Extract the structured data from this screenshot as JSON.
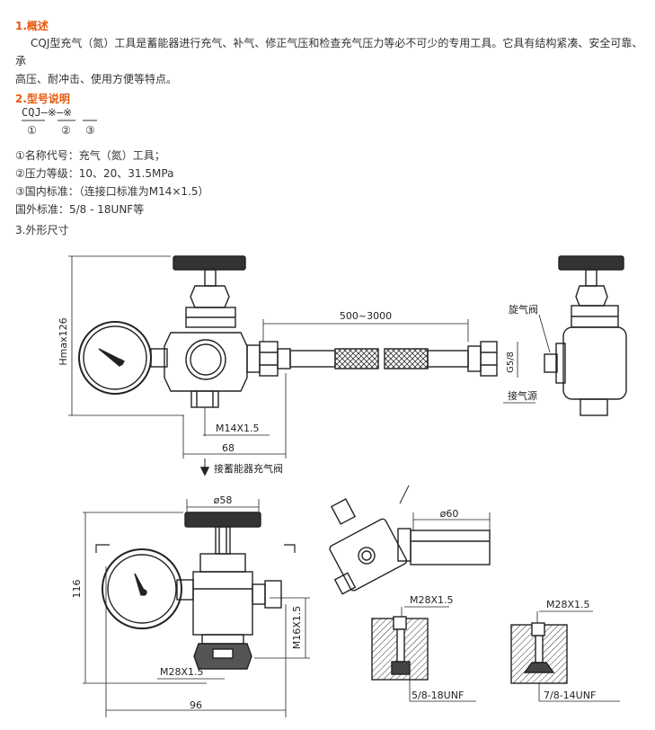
{
  "overview": {
    "title": "1.概述",
    "line1": "CQJ型充气（氮）工具是蓄能器进行充气、补气、修正气压和检查充气压力等必不可少的专用工具。它具有结构紧凑、安全可靠、承",
    "line2": "高压、耐冲击、使用方便等特点。"
  },
  "model": {
    "title": "2.型号说明",
    "code": "CQJ—※—※",
    "n1": "①",
    "n2": "②",
    "n3": "③",
    "item1": "①名称代号：充气（氮）工具；",
    "item2": "②压力等级：10、20、31.5MPa",
    "item3": "③国内标准：（连接口标准为M14×1.5）",
    "item4": "国外标准：5/8 - 18UNF等"
  },
  "dims": {
    "title": "3.外形尺寸",
    "hmax": "Hmax126",
    "hose_len": "500~3000",
    "valve_label": "旋气阀",
    "g58": "G5/8",
    "source_label": "接气源",
    "m14": "M14X1.5",
    "d68": "68",
    "connect_label": "接蓄能器充气阀",
    "d58": "ø58",
    "h116": "116",
    "m16": "M16X1.5",
    "m28_a": "M28X1.5",
    "d96": "96",
    "d60": "ø60",
    "m28_b": "M28X1.5",
    "unf1": "5/8-18UNF",
    "m28_c": "M28X1.5",
    "unf2": "7/8-14UNF"
  }
}
